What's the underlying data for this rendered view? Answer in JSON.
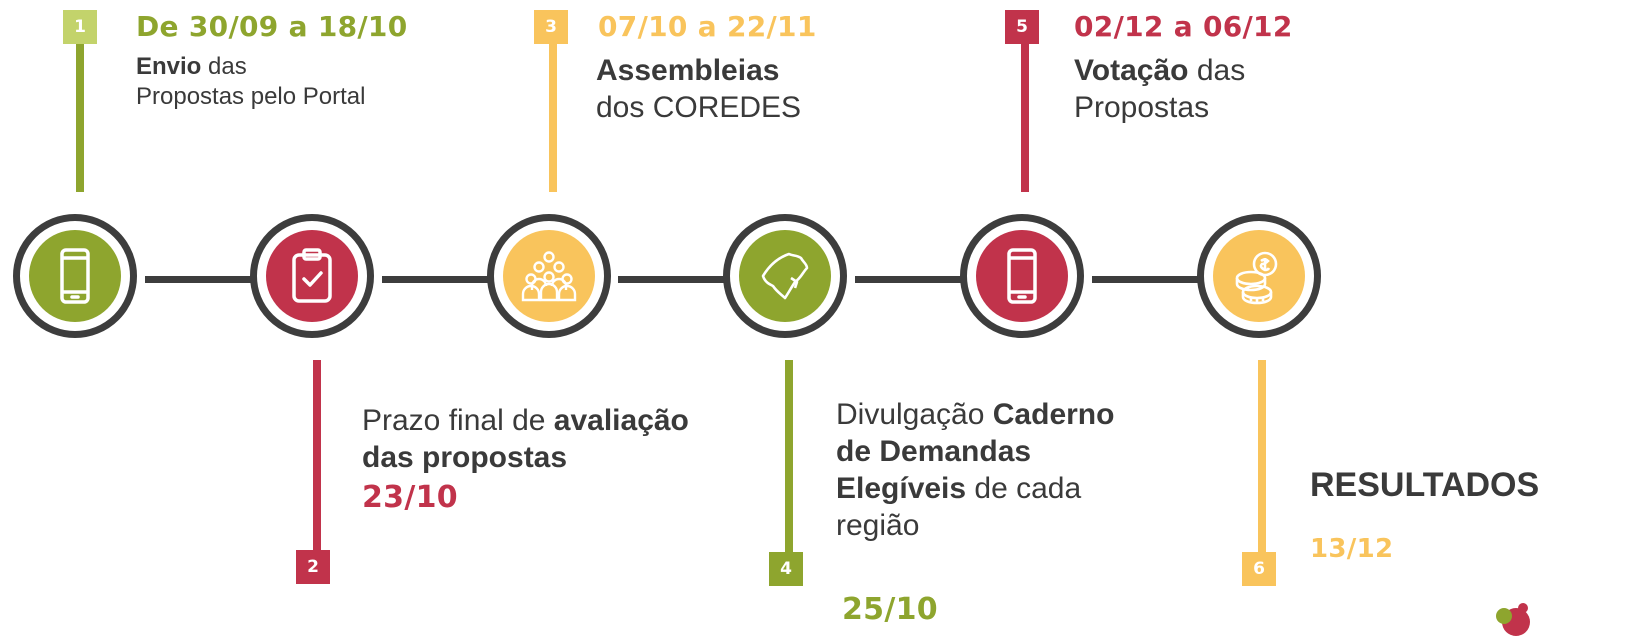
{
  "colors": {
    "green": "#8ea52e",
    "red": "#c1334b",
    "yellow": "#f9c45c",
    "dark": "#3d3d3d"
  },
  "steps": [
    {
      "number": "1",
      "date": "De 30/09 a 18/10",
      "bold": "Envio",
      "rest": " das",
      "line2": "Propostas pelo Portal",
      "icon": "smartphone-icon"
    },
    {
      "number": "2",
      "text_pre": "Prazo final de ",
      "bold": "avaliação",
      "bold2": "das propostas",
      "date": "23/10",
      "icon": "clipboard-check-icon"
    },
    {
      "number": "3",
      "date": "07/10 a 22/11",
      "bold": "Assembleias",
      "line2": "dos COREDES",
      "icon": "assembly-people-icon"
    },
    {
      "number": "4",
      "text_pre": "Divulgação ",
      "bold": "Caderno",
      "bold2": "de Demandas",
      "bold3": "Elegíveis",
      "rest": " de cada",
      "line4": "região",
      "date": "25/10",
      "icon": "state-map-icon"
    },
    {
      "number": "5",
      "date": "02/12 a 06/12",
      "bold": "Votação",
      "rest": " das",
      "line2": "Propostas",
      "icon": "smartphone-icon"
    },
    {
      "number": "6",
      "title": "RESULTADOS",
      "date": "13/12",
      "icon": "coins-icon"
    }
  ]
}
